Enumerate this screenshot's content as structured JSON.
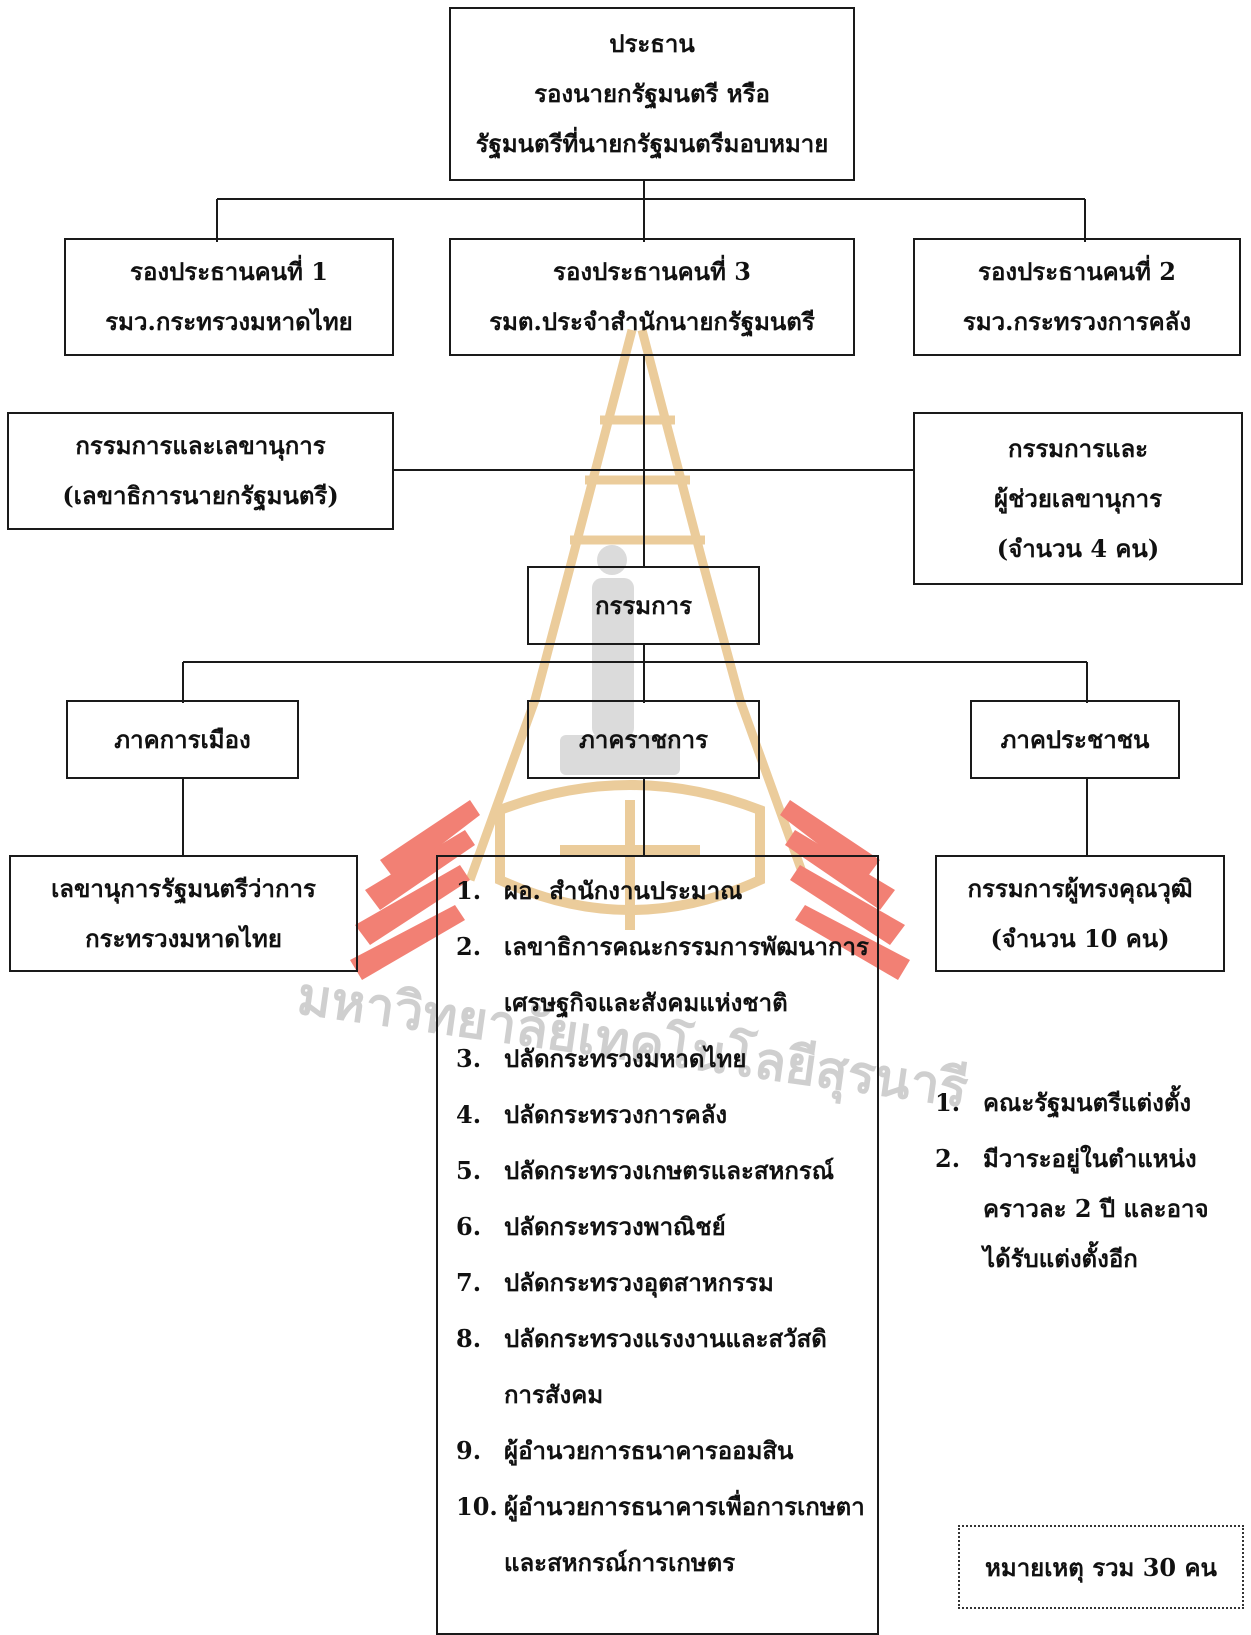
{
  "chairman": {
    "lines": [
      "ประธาน",
      "รองนายกรัฐมนตรี หรือ",
      "รัฐมนตรีที่นายกรัฐมนตรีมอบหมาย"
    ]
  },
  "vice_chairs": [
    {
      "lines": [
        "รองประธานคนที่ 1",
        "รมว.กระทรวงมหาดไทย"
      ]
    },
    {
      "lines": [
        "รองประธานคนที่ 3",
        "รมต.ประจำสำนักนายกรัฐมนตรี"
      ]
    },
    {
      "lines": [
        "รองประธานคนที่ 2",
        "รมว.กระทรวงการคลัง"
      ]
    }
  ],
  "secretary": {
    "lines": [
      "กรรมการและเลขานุการ",
      "(เลขาธิการนายกรัฐมนตรี)"
    ]
  },
  "assistant_secretary": {
    "lines": [
      "กรรมการและ",
      "ผู้ช่วยเลขานุการ",
      "(จำนวน 4 คน)"
    ]
  },
  "committee": {
    "label": "กรรมการ"
  },
  "sectors": [
    {
      "label": "ภาคการเมือง"
    },
    {
      "label": "ภาคราชการ"
    },
    {
      "label": "ภาคประชาชน"
    }
  ],
  "political_member": {
    "lines": [
      "เลขานุการรัฐมนตรีว่าการ",
      "กระทรวงมหาดไทย"
    ]
  },
  "civil_service_members": [
    {
      "num": "1.",
      "lines": [
        "ผอ. สำนักงานประมาณ"
      ]
    },
    {
      "num": "2.",
      "lines": [
        "เลขาธิการคณะกรรมการพัฒนาการ",
        "เศรษฐกิจและสังคมแห่งชาติ"
      ]
    },
    {
      "num": "3.",
      "lines": [
        "ปลัดกระทรวงมหาดไทย"
      ]
    },
    {
      "num": "4.",
      "lines": [
        "ปลัดกระทรวงการคลัง"
      ]
    },
    {
      "num": "5.",
      "lines": [
        "ปลัดกระทรวงเกษตรและสหกรณ์"
      ]
    },
    {
      "num": "6.",
      "lines": [
        "ปลัดกระทรวงพาณิชย์"
      ]
    },
    {
      "num": "7.",
      "lines": [
        "ปลัดกระทรวงอุตสาหกรรม"
      ]
    },
    {
      "num": "8.",
      "lines": [
        "ปลัดกระทรวงแรงงานและสวัสดิ",
        "การสังคม"
      ]
    },
    {
      "num": "9.",
      "lines": [
        "ผู้อำนวยการธนาคารออมสิน"
      ]
    },
    {
      "num": "10.",
      "lines": [
        "ผู้อำนวยการธนาคารเพื่อการเกษตา",
        "และสหกรณ์การเกษตร"
      ]
    }
  ],
  "public_member": {
    "lines": [
      "กรรมการผู้ทรงคุณวุฒิ",
      "(จำนวน 10 คน)"
    ]
  },
  "public_notes": [
    {
      "num": "1.",
      "lines": [
        "คณะรัฐมนตรีแต่งตั้ง"
      ]
    },
    {
      "num": "2.",
      "lines": [
        "มีวาระอยู่ในตำแหน่ง",
        "คราวละ 2 ปี และอาจ",
        "ได้รับแต่งตั้งอีก"
      ]
    }
  ],
  "remark": {
    "text": "หมายเหตุ รวม 30 คน"
  },
  "watermark": {
    "text": "มหาวิทยาลัยเทคโนโลยีสุรนารี",
    "colors": {
      "gold": "#e8c48a",
      "red": "#f06b5c",
      "gray": "#9a9a9a"
    }
  }
}
